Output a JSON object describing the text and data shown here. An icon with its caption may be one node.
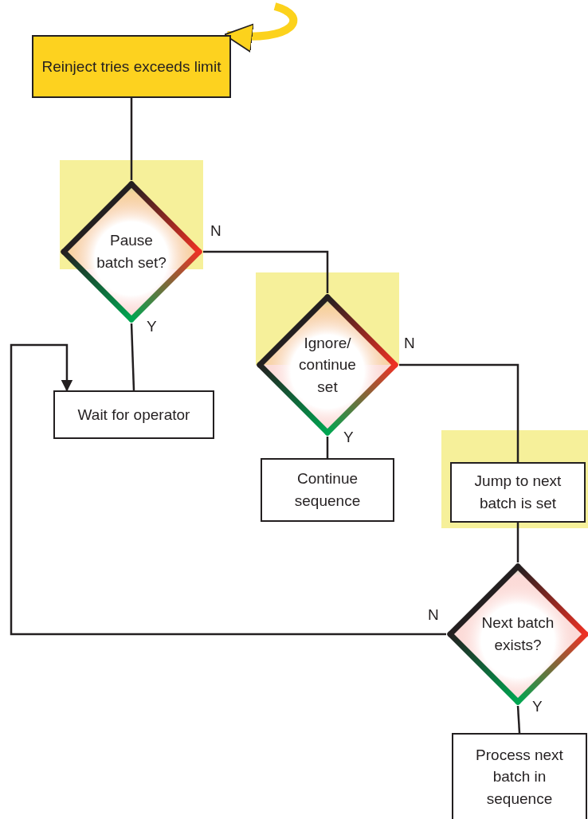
{
  "diagram": {
    "nodes": [
      {
        "text": [
          "Reinject tries exceeds limit"
        ]
      },
      {
        "text": [
          "Pause batch set?"
        ]
      },
      {
        "text": [
          "Ignore/ continue set"
        ]
      },
      {
        "text": [
          "Wait for operator"
        ]
      },
      {
        "text": [
          "Continue sequence"
        ]
      },
      {
        "text": [
          "Jump to next batch is set"
        ]
      },
      {
        "text": [
          "Next batch exists?"
        ]
      },
      {
        "text": [
          "Process next batch in sequence"
        ]
      }
    ],
    "edges": [
      {
        "from": null,
        "to": 0,
        "arrow": "to",
        "style": "thick",
        "color": "#fcd21c"
      },
      {
        "from": 0,
        "to": 1,
        "arrow": "none"
      },
      {
        "from": 1,
        "to": 2,
        "arrow": "none",
        "label": "N"
      },
      {
        "from": 1,
        "to": 3,
        "arrow": "none",
        "label": "Y"
      },
      {
        "from": 2,
        "to": 4,
        "arrow": "none",
        "label": "Y"
      },
      {
        "from": 2,
        "to": 5,
        "arrow": "none",
        "label": "N"
      },
      {
        "from": 5,
        "to": 6,
        "arrow": "none"
      },
      {
        "from": 6,
        "to": 7,
        "arrow": "none",
        "label": "Y"
      },
      {
        "from": 6,
        "to": 3,
        "arrow": "to",
        "label": "N"
      }
    ]
  }
}
